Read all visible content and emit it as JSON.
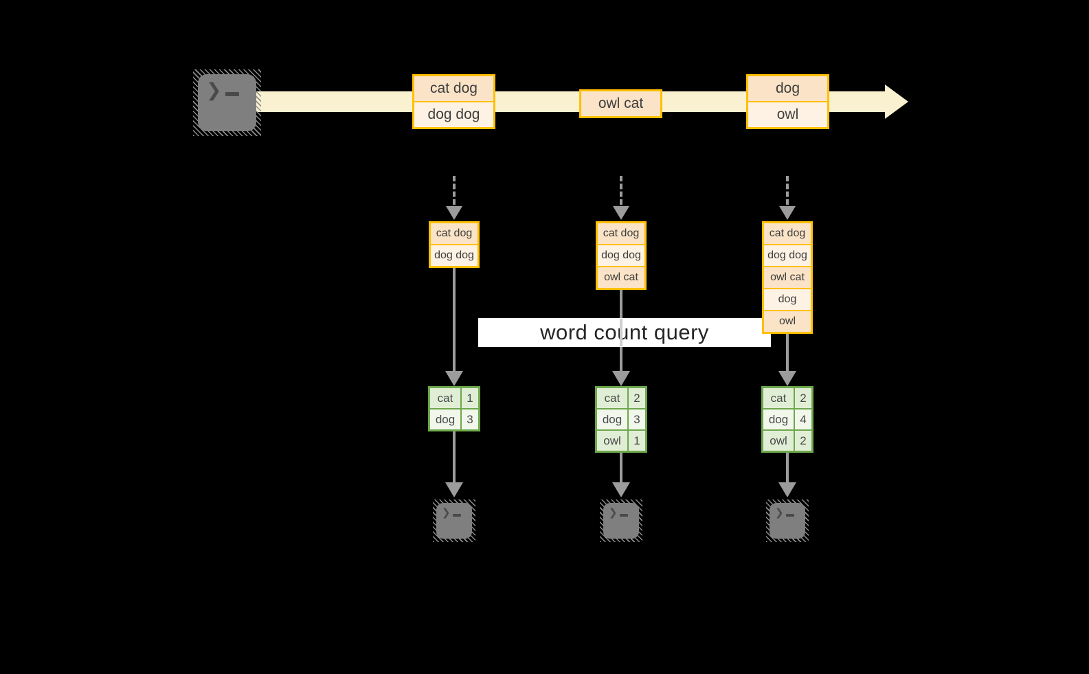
{
  "stream": {
    "events": [
      {
        "cells": [
          "cat dog",
          "dog dog"
        ]
      },
      {
        "cells": [
          "owl cat"
        ]
      },
      {
        "cells": [
          "dog",
          "owl"
        ]
      }
    ]
  },
  "query": {
    "label": "word count query"
  },
  "columns": [
    {
      "batch": [
        "cat dog",
        "dog dog"
      ],
      "counts": [
        {
          "word": "cat",
          "count": "1"
        },
        {
          "word": "dog",
          "count": "3"
        }
      ]
    },
    {
      "batch": [
        "cat dog",
        "dog dog",
        "owl cat"
      ],
      "counts": [
        {
          "word": "cat",
          "count": "2"
        },
        {
          "word": "dog",
          "count": "3"
        },
        {
          "word": "owl",
          "count": "1"
        }
      ]
    },
    {
      "batch": [
        "cat dog",
        "dog dog",
        "owl cat",
        "dog",
        "owl"
      ],
      "counts": [
        {
          "word": "cat",
          "count": "2"
        },
        {
          "word": "dog",
          "count": "4"
        },
        {
          "word": "owl",
          "count": "2"
        }
      ]
    }
  ],
  "icons": {
    "source": "terminal-icon",
    "sinks": [
      "terminal-icon",
      "terminal-icon",
      "terminal-icon"
    ]
  },
  "colors": {
    "background": "#000000",
    "event_border": "#FFC000",
    "event_fill_peach": "#FAE3C6",
    "event_fill_cream": "#FDF2E3",
    "stream_band": "#FAF1D1",
    "table_border": "#6EA84C",
    "table_fill_a": "#E1EED6",
    "table_fill_b": "#F2F7EC",
    "arrow_gray": "#9C9C9C",
    "terminal_gray": "#7F7F7F",
    "query_band": "#FFFFFF"
  }
}
